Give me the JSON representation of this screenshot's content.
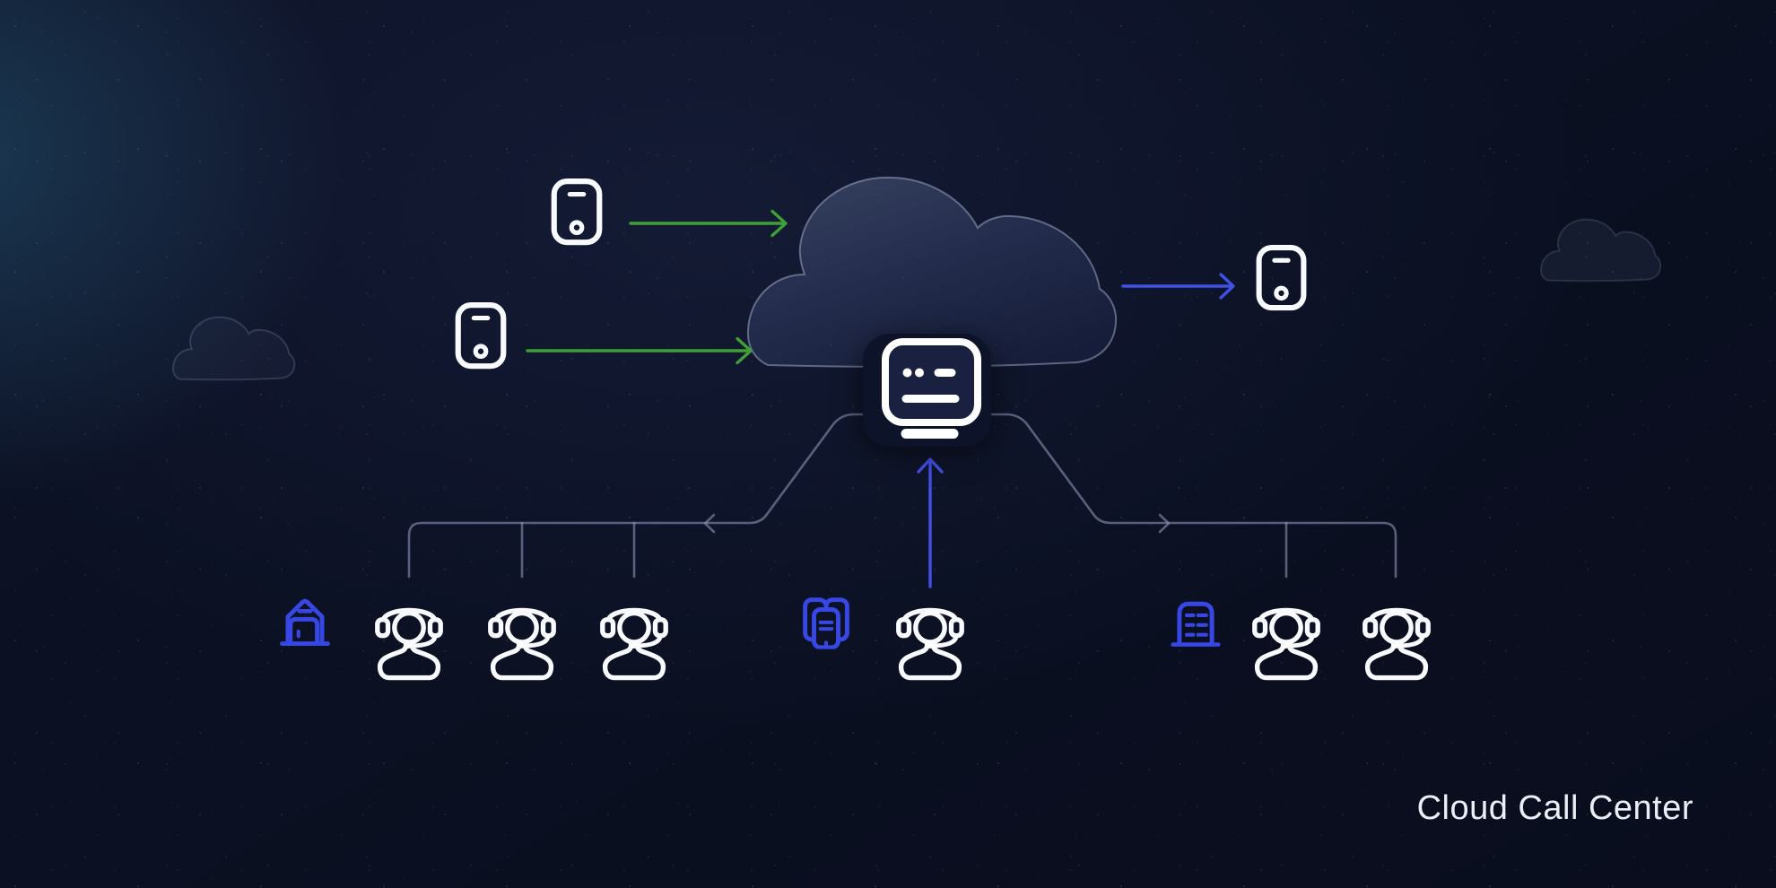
{
  "title": "Cloud Call Center",
  "colors": {
    "background": "#0b1022",
    "arrow_green": "#3fa135",
    "arrow_blue": "#4150e6",
    "icon_blue": "#3747e3",
    "icon_white": "#f9fafd",
    "connector": "#8d94b8",
    "cloud_fill_top": "#36405f",
    "cloud_fill_mid": "#232c4c",
    "cloud_fill_bottom": "#161d3a",
    "cloud_stroke": "#a8b2d0"
  },
  "diagram": {
    "inbound_caller_phones": 2,
    "outbound_phone": 1,
    "routing_console": 1,
    "decorative_background_clouds": 2,
    "agent_groups": [
      {
        "icon": "office-icon",
        "agent_count": 3
      },
      {
        "icon": "phone-stack-icon",
        "agent_count": 1
      },
      {
        "icon": "directory-icon",
        "agent_count": 2
      }
    ]
  }
}
